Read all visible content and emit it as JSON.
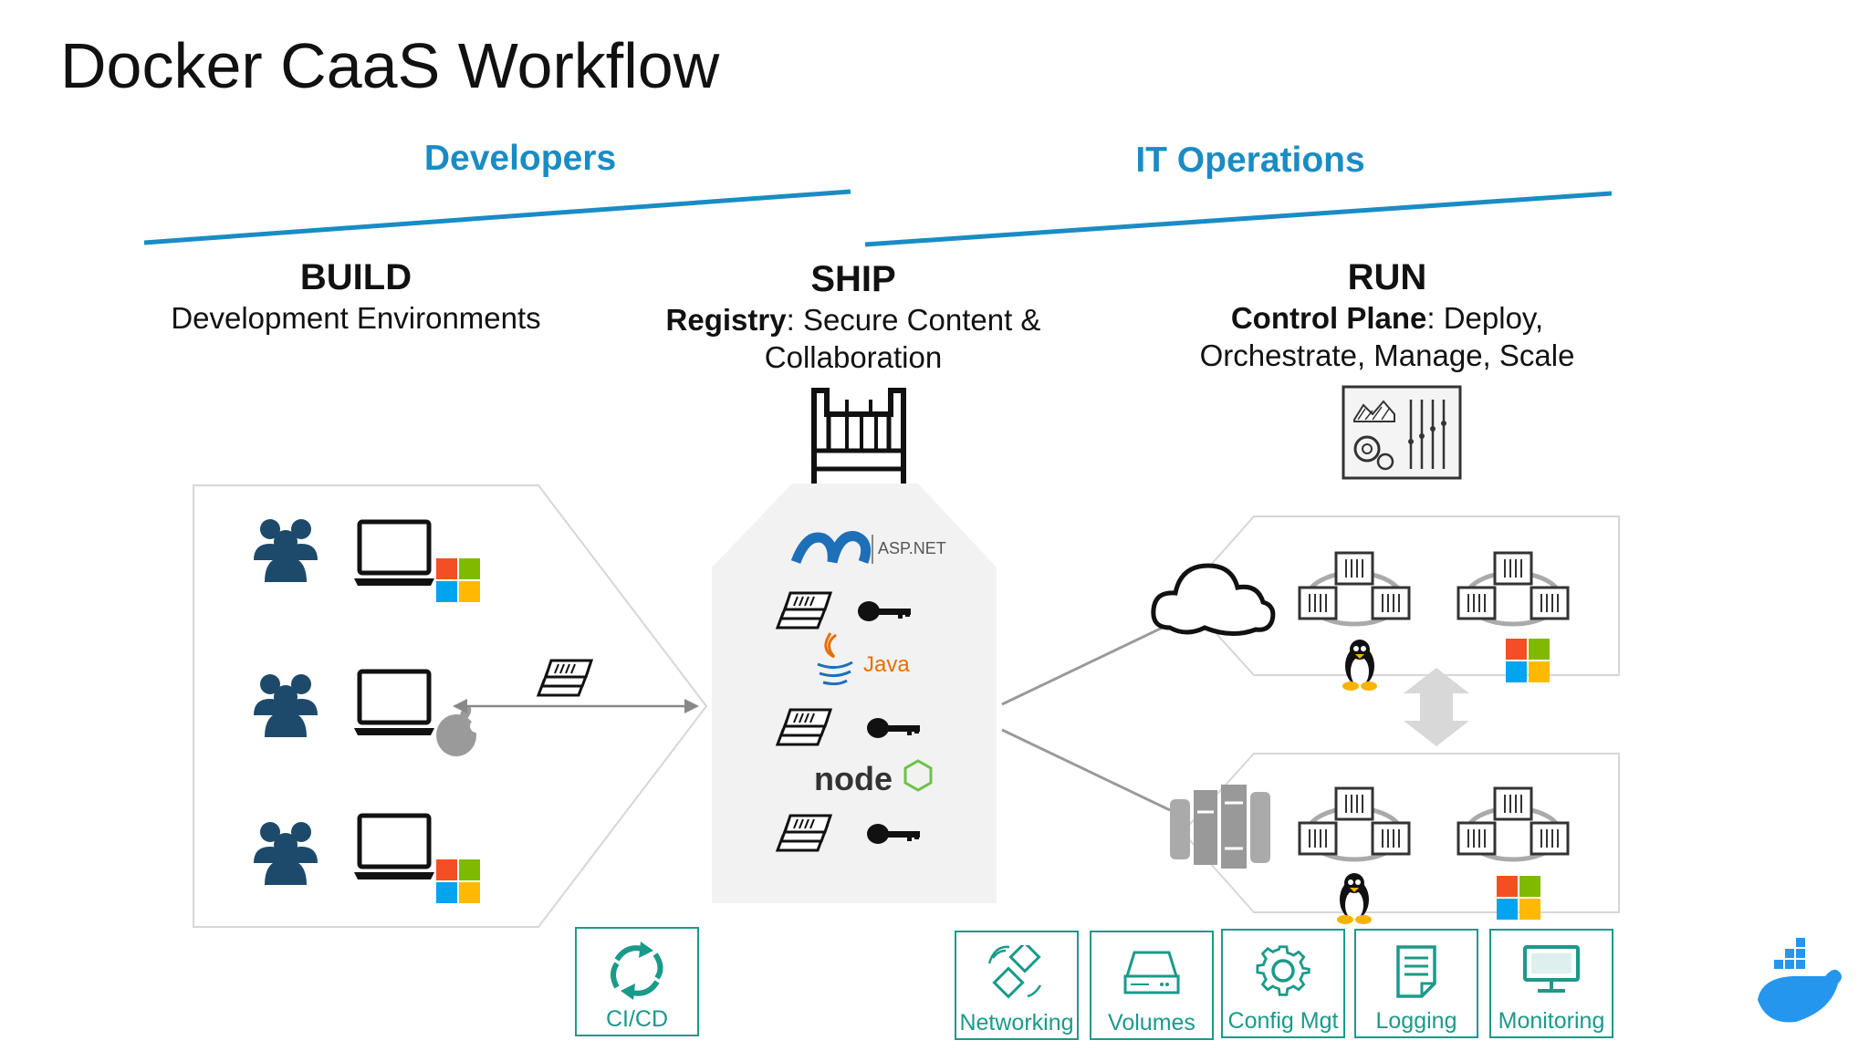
{
  "title": "Docker CaaS Workflow",
  "roles": {
    "developers": "Developers",
    "it_operations": "IT Operations"
  },
  "build": {
    "title": "BUILD",
    "desc": "Development Environments"
  },
  "ship": {
    "title": "SHIP",
    "desc_bold": "Registry",
    "desc_rest": ": Secure Content &",
    "desc_line2": "Collaboration"
  },
  "run": {
    "title": "RUN",
    "desc_bold": "Control Plane",
    "desc_rest": ": Deploy,",
    "desc_line2": "Orchestrate, Manage, Scale"
  },
  "registry_logos": {
    "aspnet": "ASP.NET",
    "java": "Java",
    "node": "node"
  },
  "services": {
    "cicd": "CI/CD",
    "networking": "Networking",
    "volumes": "Volumes",
    "config": "Config Mgt",
    "logging": "Logging",
    "monitoring": "Monitoring"
  },
  "colors": {
    "accent_blue": "#1a8cc4",
    "teal": "#1a9a8a",
    "dark_navy": "#1d4a6b",
    "panel_gray": "#f2f2f2"
  },
  "icons": [
    "people-icon",
    "laptop-icon",
    "windows-logo-icon",
    "apple-logo-icon",
    "container-image-icon",
    "registry-icon",
    "key-icon",
    "cloud-icon",
    "datacenter-icon",
    "linux-tux-icon",
    "control-plane-icon",
    "docker-whale-icon",
    "cycle-icon",
    "network-icon",
    "disk-icon",
    "gear-icon",
    "document-icon",
    "monitor-icon"
  ]
}
